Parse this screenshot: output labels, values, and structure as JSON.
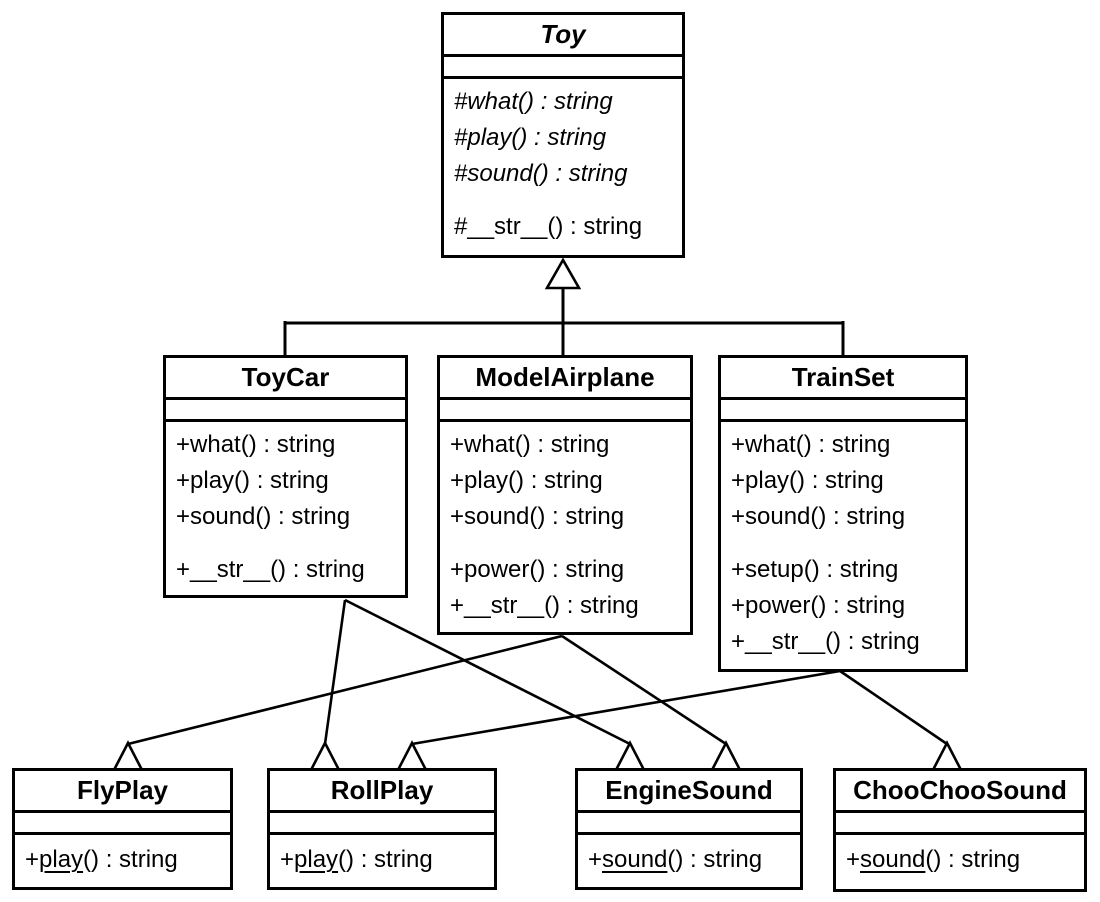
{
  "diagram": {
    "kind": "uml-class-diagram",
    "background_color": "#ffffff",
    "stroke_color": "#000000",
    "classes": {
      "toy": {
        "name": "Toy",
        "abstract": true,
        "attributes": [],
        "methods": [
          "#what() : string",
          "#play() : string",
          "#sound() : string",
          "#__str__() : string"
        ]
      },
      "toycar": {
        "name": "ToyCar",
        "abstract": false,
        "attributes": [],
        "methods": [
          "+what() : string",
          "+play() : string",
          "+sound() : string",
          "+__str__() : string"
        ]
      },
      "modelairplane": {
        "name": "ModelAirplane",
        "abstract": false,
        "attributes": [],
        "methods": [
          "+what() : string",
          "+play() : string",
          "+sound() : string",
          "+power() : string",
          "+__str__() : string"
        ]
      },
      "trainset": {
        "name": "TrainSet",
        "abstract": false,
        "attributes": [],
        "methods": [
          "+what() : string",
          "+play() : string",
          "+sound() : string",
          "+setup() : string",
          "+power() : string",
          "+__str__() : string"
        ]
      },
      "flyplay": {
        "name": "FlyPlay",
        "abstract": false,
        "attributes": [],
        "method": {
          "prefix": "+",
          "name": "play",
          "suffix": "() : string",
          "static": true
        }
      },
      "rollplay": {
        "name": "RollPlay",
        "abstract": false,
        "attributes": [],
        "method": {
          "prefix": "+",
          "name": "play",
          "suffix": "() : string",
          "static": true
        }
      },
      "enginesound": {
        "name": "EngineSound",
        "abstract": false,
        "attributes": [],
        "method": {
          "prefix": "+",
          "name": "sound",
          "suffix": "() : string",
          "static": true
        }
      },
      "choochoosound": {
        "name": "ChooChooSound",
        "abstract": false,
        "attributes": [],
        "method": {
          "prefix": "+",
          "name": "sound",
          "suffix": "() : string",
          "static": true
        }
      }
    },
    "relations": [
      {
        "child": "ToyCar",
        "parent": "Toy",
        "type": "generalization"
      },
      {
        "child": "ModelAirplane",
        "parent": "Toy",
        "type": "generalization"
      },
      {
        "child": "TrainSet",
        "parent": "Toy",
        "type": "generalization"
      },
      {
        "child": "ToyCar",
        "parent": "RollPlay",
        "type": "generalization"
      },
      {
        "child": "ToyCar",
        "parent": "EngineSound",
        "type": "generalization"
      },
      {
        "child": "ModelAirplane",
        "parent": "FlyPlay",
        "type": "generalization"
      },
      {
        "child": "ModelAirplane",
        "parent": "EngineSound",
        "type": "generalization"
      },
      {
        "child": "TrainSet",
        "parent": "RollPlay",
        "type": "generalization"
      },
      {
        "child": "TrainSet",
        "parent": "ChooChooSound",
        "type": "generalization"
      }
    ]
  }
}
